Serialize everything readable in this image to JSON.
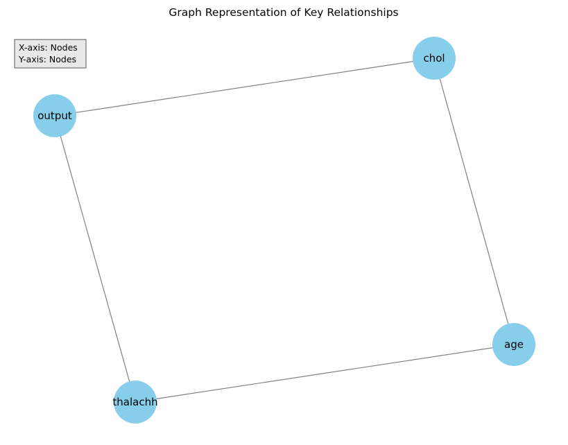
{
  "title": "Graph Representation of Key Relationships",
  "note": {
    "line1": "X-axis: Nodes",
    "line2": "Y-axis: Nodes"
  },
  "nodes": [
    {
      "id": "chol",
      "label": "chol"
    },
    {
      "id": "output",
      "label": "output"
    },
    {
      "id": "age",
      "label": "age"
    },
    {
      "id": "thalachh",
      "label": "thalachh"
    }
  ],
  "edges": [
    {
      "source": "output",
      "target": "chol"
    },
    {
      "source": "chol",
      "target": "age"
    },
    {
      "source": "age",
      "target": "thalachh"
    },
    {
      "source": "thalachh",
      "target": "output"
    }
  ],
  "colors": {
    "node_fill": "#87ceeb",
    "edge": "#808080",
    "note_background": "#e8e8e8",
    "note_border": "#555555"
  }
}
